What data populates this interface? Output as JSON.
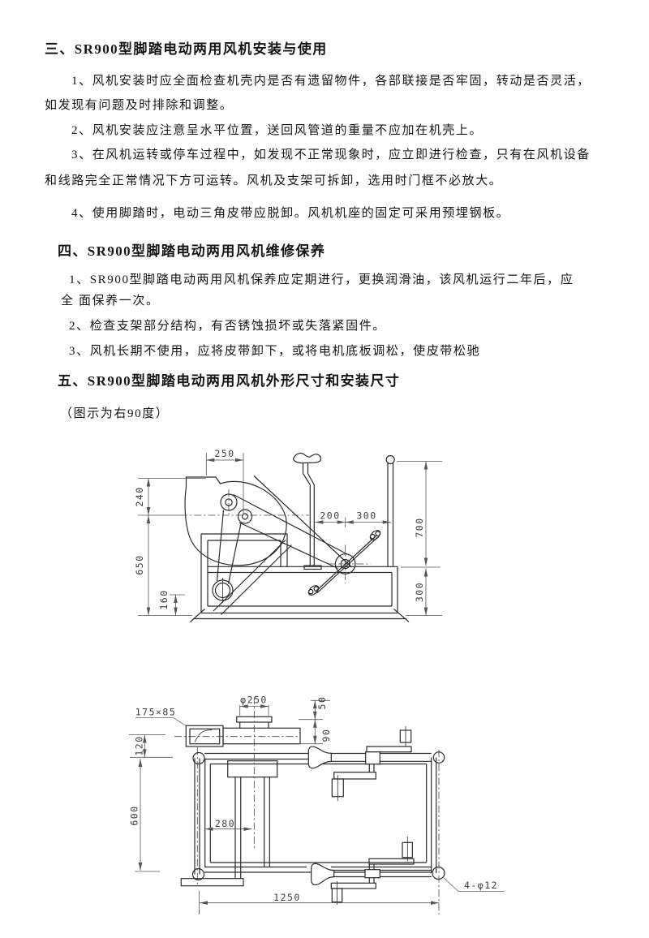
{
  "sections": [
    {
      "heading": "三、SR900型脚踏电动两用风机安装与使用",
      "lines": [
        "1、风机安装时应全面检查机壳内是否有遗留物件，各部联接是否牢固，转动是否灵活，",
        "如发现有问题及时排除和调整。",
        "2、风机安装应注意呈水平位置，送回风管道的重量不应加在机壳上。",
        "3、在风机运转或停车过程中，如发现不正常现象时，应立即进行检查，只有在风机设备",
        "和线路完全正常情况下方可运转。风机及支架可拆卸，选用时门框不必放大。",
        "4、使用脚踏时，电动三角皮带应脱卸。风机机座的固定可采用预埋钢板。"
      ]
    },
    {
      "heading": "四、SR900型脚踏电动两用风机维修保养",
      "lines": [
        "1、SR900型脚踏电动两用风机保养应定期进行，更换润滑油，该风机运行二年后，应",
        "全 面保养一次。",
        "2、检查支架部分结构，有否锈蚀损坏或失落紧固件。",
        "3、风机长期不使用，应将皮带卸下，或将电机底板调松，使皮带松驰"
      ]
    },
    {
      "heading": "五、SR900型脚踏电动两用风机外形尺寸和安装尺寸",
      "note": "（图示为右90度）"
    }
  ],
  "drawing_side_view": {
    "dims": {
      "outlet_width": "250",
      "outlet_height": "240",
      "overall_height": "650",
      "flywheel_height": "160",
      "seat_to_crank": "200",
      "crank_to_post": "300",
      "post_height": "700",
      "frame_height": "300"
    }
  },
  "drawing_top_view": {
    "dims": {
      "inlet_size": "175×85",
      "outlet_diameter": "φ250",
      "flange_offset": "50",
      "duct_width": "90",
      "rail_offset": "120",
      "frame_width": "600",
      "fan_center_offset": "280",
      "frame_length": "1250",
      "mounting_holes": "4-φ12"
    }
  }
}
